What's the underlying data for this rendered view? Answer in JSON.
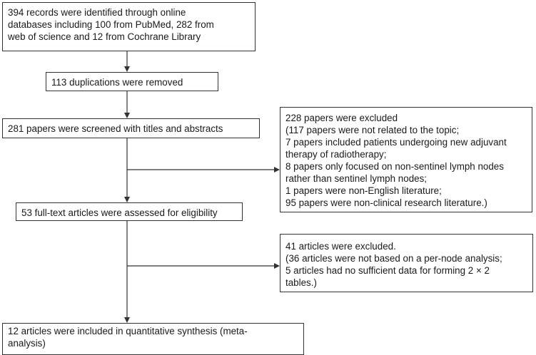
{
  "boxes": {
    "identified": {
      "lines": [
        "394 records were identified through online",
        "databases including 100 from PubMed, 282 from",
        "web of science and 12 from Cochrane Library"
      ]
    },
    "duplicates": {
      "lines": [
        "113 duplications were removed"
      ]
    },
    "screened": {
      "lines": [
        "281 papers were screened with titles and abstracts"
      ]
    },
    "excluded_screening": {
      "lines": [
        "228 papers were excluded",
        "(117 papers were not related to the topic;",
        "7 papers included patients undergoing new adjuvant",
        "therapy of radiotherapy;",
        "8 papers only focused on non-sentinel lymph nodes",
        "rather than sentinel lymph nodes;",
        "1 papers were non-English literature;",
        "95 papers were non-clinical research literature.)"
      ]
    },
    "fulltext": {
      "lines": [
        "53 full-text articles were assessed for eligibility"
      ]
    },
    "excluded_fulltext": {
      "lines": [
        "41 articles were excluded.",
        "(36 articles were not based on a per-node analysis;",
        "5 articles had no sufficient data for forming 2 × 2",
        "tables.)"
      ]
    },
    "included": {
      "lines": [
        "12 articles were included in quantitative synthesis (meta-",
        "analysis)"
      ]
    }
  }
}
